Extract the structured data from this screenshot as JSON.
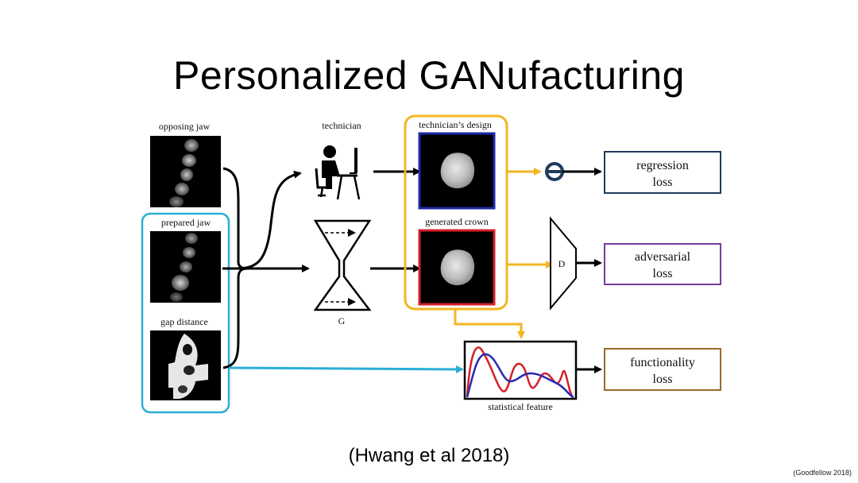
{
  "slide": {
    "title": "Personalized GANufacturing",
    "citation": "(Hwang et al 2018)",
    "credit": "(Goodfellow 2018)"
  },
  "diagram": {
    "inputs": {
      "opposing_jaw": "opposing jaw",
      "prepared_jaw": "prepared jaw",
      "gap_distance": "gap distance"
    },
    "technician": "technician",
    "generator": "G",
    "discriminator": "D",
    "technicians_design": "technician’s design",
    "generated_crown": "generated crown",
    "statistical_feature": "statistical feature",
    "losses": {
      "regression": [
        "regression",
        "loss"
      ],
      "adversarial": [
        "adversarial",
        "loss"
      ],
      "functionality": [
        "functionality",
        "loss"
      ]
    },
    "colors": {
      "input_group": "#2aaed6",
      "crown_group": "#f2b624",
      "design_border": "#1d2aa8",
      "generated_border": "#d4202a",
      "regression_box": "#1f3a5c",
      "adversarial_box": "#7a3a9a",
      "functionality_box": "#9a6a2a",
      "curve_red": "#d4202a",
      "curve_blue": "#2a2ab0"
    }
  }
}
